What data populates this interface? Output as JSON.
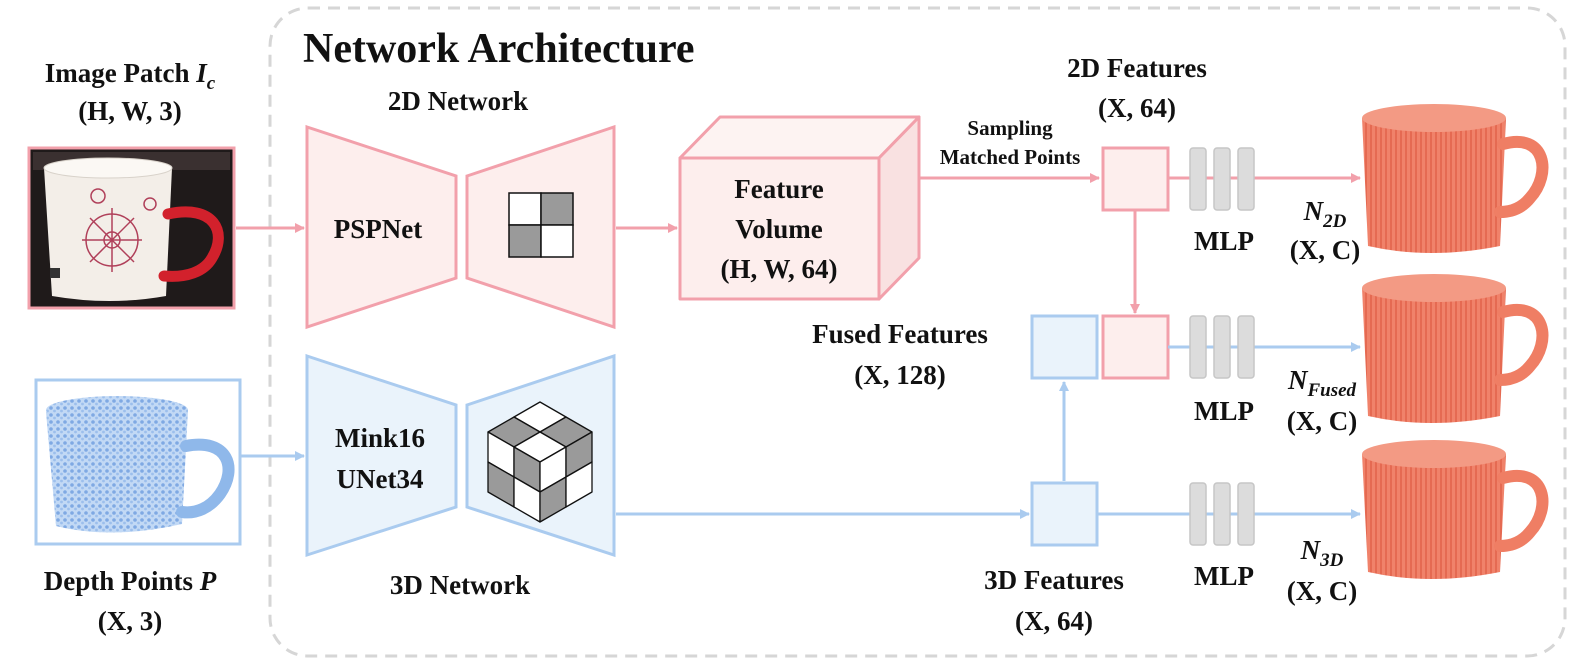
{
  "title": "Network Architecture",
  "inputs": {
    "image_patch": {
      "label": "Image Patch",
      "symbol": "I",
      "subscript": "c",
      "shape": "(H, W, 3)"
    },
    "depth_points": {
      "label": "Depth Points",
      "symbol": "P",
      "shape": "(X, 3)"
    }
  },
  "network_2d": {
    "label": "2D Network",
    "encoder": "PSPNet"
  },
  "network_3d": {
    "label": "3D Network",
    "encoder_line1": "Mink16",
    "encoder_line2": "UNet34"
  },
  "feature_volume": {
    "line1": "Feature",
    "line2": "Volume",
    "shape": "(H, W, 64)"
  },
  "sampling": {
    "line1": "Sampling",
    "line2": "Matched Points"
  },
  "features_2d": {
    "label": "2D Features",
    "shape": "(X, 64)"
  },
  "features_3d": {
    "label": "3D Features",
    "shape": "(X, 64)"
  },
  "features_fused": {
    "label": "Fused Features",
    "shape": "(X, 128)"
  },
  "mlp_label": "MLP",
  "outputs": [
    {
      "symbol": "N",
      "subscript": "2D",
      "shape": "(X, C)"
    },
    {
      "symbol": "N",
      "subscript": "Fused",
      "shape": "(X, C)"
    },
    {
      "symbol": "N",
      "subscript": "3D",
      "shape": "(X, C)"
    }
  ],
  "colors": {
    "pink_stroke": "#f2a0ab",
    "pink_fill": "#fdeeed",
    "blue_stroke": "#aacbef",
    "blue_fill": "#eaf3fb",
    "cup_orange": "#f0826a",
    "point_blue": "#8fb8ea",
    "dash_border": "#d6d6d6",
    "mlp_gray": "#d9d9d9"
  }
}
